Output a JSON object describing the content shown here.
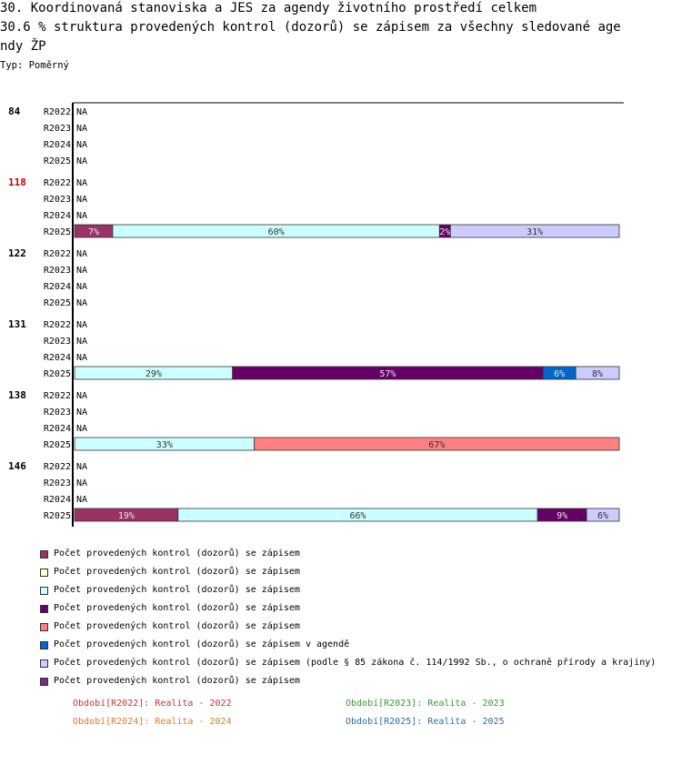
{
  "header": {
    "title_line1": "30. Koordinovaná stanoviska a JES za agendy životního prostředí celkem",
    "title_line2": "30.6 % struktura provedených kontrol (dozorů) se zápisem za všechny sledované age",
    "title_line3": "ndy ŽP",
    "type_label": "Typ: Poměrný"
  },
  "chart_data": {
    "type": "bar",
    "orientation": "horizontal",
    "stacked": true,
    "normalized": true,
    "na_label": "NA",
    "periods": [
      "R2022",
      "R2023",
      "R2024",
      "R2025"
    ],
    "groups": [
      {
        "label": "84",
        "color": "#000000",
        "rows": [
          {
            "period": "R2022",
            "segments": []
          },
          {
            "period": "R2023",
            "segments": []
          },
          {
            "period": "R2024",
            "segments": []
          },
          {
            "period": "R2025",
            "segments": []
          }
        ]
      },
      {
        "label": "118",
        "color": "#cc0000",
        "rows": [
          {
            "period": "R2022",
            "segments": []
          },
          {
            "period": "R2023",
            "segments": []
          },
          {
            "period": "R2024",
            "segments": []
          },
          {
            "period": "R2025",
            "segments": [
              {
                "series": 0,
                "value": 7,
                "label": "7%"
              },
              {
                "series": 2,
                "value": 60,
                "label": "60%"
              },
              {
                "series": 3,
                "value": 2,
                "label": "2%"
              },
              {
                "series": 6,
                "value": 31,
                "label": "31%"
              }
            ]
          }
        ]
      },
      {
        "label": "122",
        "color": "#000000",
        "rows": [
          {
            "period": "R2022",
            "segments": []
          },
          {
            "period": "R2023",
            "segments": []
          },
          {
            "period": "R2024",
            "segments": []
          },
          {
            "period": "R2025",
            "segments": []
          }
        ]
      },
      {
        "label": "131",
        "color": "#000000",
        "rows": [
          {
            "period": "R2022",
            "segments": []
          },
          {
            "period": "R2023",
            "segments": []
          },
          {
            "period": "R2024",
            "segments": []
          },
          {
            "period": "R2025",
            "segments": [
              {
                "series": 2,
                "value": 29,
                "label": "29%"
              },
              {
                "series": 3,
                "value": 57,
                "label": "57%"
              },
              {
                "series": 5,
                "value": 6,
                "label": "6%"
              },
              {
                "series": 6,
                "value": 8,
                "label": "8%"
              }
            ]
          }
        ]
      },
      {
        "label": "138",
        "color": "#000000",
        "rows": [
          {
            "period": "R2022",
            "segments": []
          },
          {
            "period": "R2023",
            "segments": []
          },
          {
            "period": "R2024",
            "segments": []
          },
          {
            "period": "R2025",
            "segments": [
              {
                "series": 2,
                "value": 33,
                "label": "33%"
              },
              {
                "series": 4,
                "value": 67,
                "label": "67%"
              }
            ]
          }
        ]
      },
      {
        "label": "146",
        "color": "#000000",
        "rows": [
          {
            "period": "R2022",
            "segments": []
          },
          {
            "period": "R2023",
            "segments": []
          },
          {
            "period": "R2024",
            "segments": []
          },
          {
            "period": "R2025",
            "segments": [
              {
                "series": 0,
                "value": 19,
                "label": "19%"
              },
              {
                "series": 2,
                "value": 66,
                "label": "66%"
              },
              {
                "series": 3,
                "value": 9,
                "label": "9%"
              },
              {
                "series": 6,
                "value": 6,
                "label": "6%"
              }
            ]
          }
        ]
      }
    ],
    "series": [
      {
        "name": "Počet provedených kontrol (dozorů) se zápisem",
        "color": "#993366"
      },
      {
        "name": "Počet provedených kontrol (dozorů) se zápisem",
        "color": "#ffffcc"
      },
      {
        "name": "Počet provedených kontrol (dozorů) se zápisem",
        "color": "#ccffff"
      },
      {
        "name": "Počet provedených kontrol (dozorů) se zápisem",
        "color": "#660066"
      },
      {
        "name": "Počet provedených kontrol (dozorů) se zápisem",
        "color": "#ff8080"
      },
      {
        "name": "Počet provedených kontrol (dozorů) se zápisem v agendě",
        "color": "#0066cc"
      },
      {
        "name": "Počet provedených kontrol (dozorů) se zápisem (podle § 85 zákona č. 114/1992 Sb., o ochraně přírody a krajiny)",
        "color": "#ccccff"
      },
      {
        "name": "Počet provedených kontrol (dozorů) se zápisem",
        "color": "#7f2a8a"
      }
    ],
    "period_legend": [
      {
        "text": "Období[R2022]: Realita - 2022",
        "color": "#cc3333"
      },
      {
        "text": "Období[R2023]: Realita - 2023",
        "color": "#339933"
      },
      {
        "text": "Období[R2024]: Realita - 2024",
        "color": "#e07b1f"
      },
      {
        "text": "Období[R2025]: Realita - 2025",
        "color": "#2a6ea8"
      }
    ]
  }
}
